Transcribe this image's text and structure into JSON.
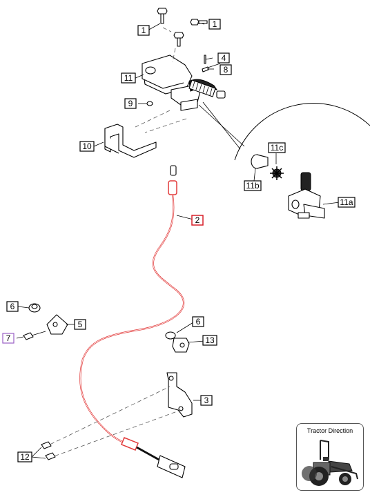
{
  "callouts": [
    {
      "id": "c1a",
      "label": "1"
    },
    {
      "id": "c1b",
      "label": "1"
    },
    {
      "id": "c4",
      "label": "4"
    },
    {
      "id": "c8",
      "label": "8"
    },
    {
      "id": "c11",
      "label": "11"
    },
    {
      "id": "c9",
      "label": "9"
    },
    {
      "id": "c10",
      "label": "10"
    },
    {
      "id": "c11c",
      "label": "11c"
    },
    {
      "id": "c11b",
      "label": "11b"
    },
    {
      "id": "c11a",
      "label": "11a"
    },
    {
      "id": "c2",
      "label": "2"
    },
    {
      "id": "c6a",
      "label": "6"
    },
    {
      "id": "c5",
      "label": "5"
    },
    {
      "id": "c7",
      "label": "7"
    },
    {
      "id": "c6b",
      "label": "6"
    },
    {
      "id": "c13",
      "label": "13"
    },
    {
      "id": "c3",
      "label": "3"
    },
    {
      "id": "c12",
      "label": "12"
    }
  ],
  "inset": {
    "title": "Tractor Direction"
  },
  "colors": {
    "cable": "#e23a3a",
    "highlight_red": "#d8202a",
    "highlight_purple": "#9a5fc4"
  }
}
